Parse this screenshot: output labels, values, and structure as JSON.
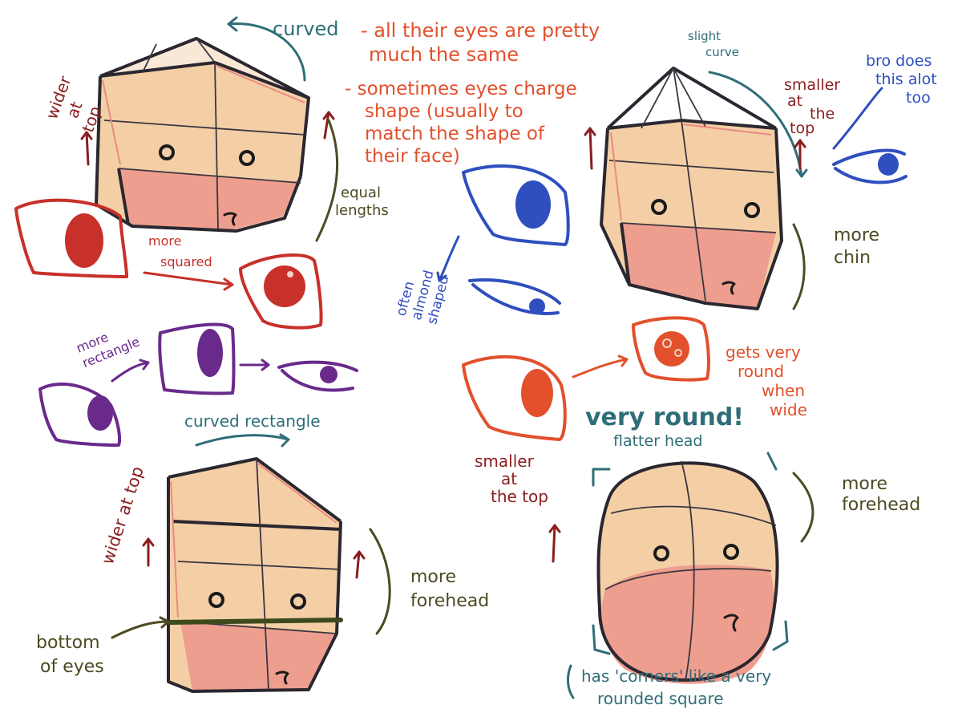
{
  "colors": {
    "skin": "#f4cfa6",
    "blush": "#ee9e8e",
    "blush_pale": "#f6b2b4",
    "outline": "#2a2730",
    "orange_red": "#e2502c",
    "red": "#c8302a",
    "purple": "#6a2a8c",
    "blue": "#2f4fbf",
    "teal": "#2f6e78",
    "olive": "#4d4a22",
    "maroon": "#8a1e1e"
  },
  "notes": {
    "curved": "curved",
    "eyes_same_1": "- all their eyes are pretty",
    "eyes_same_2": "much the same",
    "change_1": "- sometimes eyes charge",
    "change_2": "shape (usually to",
    "change_3": "match the shape of",
    "change_4": "their face)",
    "slight_curve_1": "slight",
    "slight_curve_2": "curve",
    "bro_1": "bro does",
    "bro_2": "this alot",
    "bro_3": "too",
    "smaller_top_right_1": "smaller",
    "smaller_top_right_2": "at",
    "smaller_top_right_3": "the",
    "smaller_top_right_4": "top",
    "wider_top_1_a": "wider",
    "wider_top_1_b": "at",
    "wider_top_1_c": "top",
    "equal_1": "equal",
    "equal_2": "lengths",
    "more_squared_1": "more",
    "more_squared_2": "squared",
    "often_almond_1": "often",
    "often_almond_2": "almond",
    "often_almond_3": "shaped",
    "more_chin_1": "more",
    "more_chin_2": "chin",
    "more_rectangle_1": "more",
    "more_rectangle_2": "rectangle",
    "curved_rectangle": "curved rectangle",
    "gets_round_1": "gets very",
    "gets_round_2": "round",
    "gets_round_3": "when",
    "gets_round_4": "wide",
    "very_round": "very round!",
    "flatter_head": "flatter head",
    "smaller_top_left_1": "smaller",
    "smaller_top_left_2": "at",
    "smaller_top_left_3": "the top",
    "more_forehead_right_1": "more",
    "more_forehead_right_2": "forehead",
    "wider_top_2": "wider at top",
    "more_forehead_left_1": "more",
    "more_forehead_left_2": "forehead",
    "bottom_eyes_1": "bottom",
    "bottom_eyes_2": "of eyes",
    "corners_1": "has 'corners' like a very",
    "corners_2": "rounded square"
  }
}
